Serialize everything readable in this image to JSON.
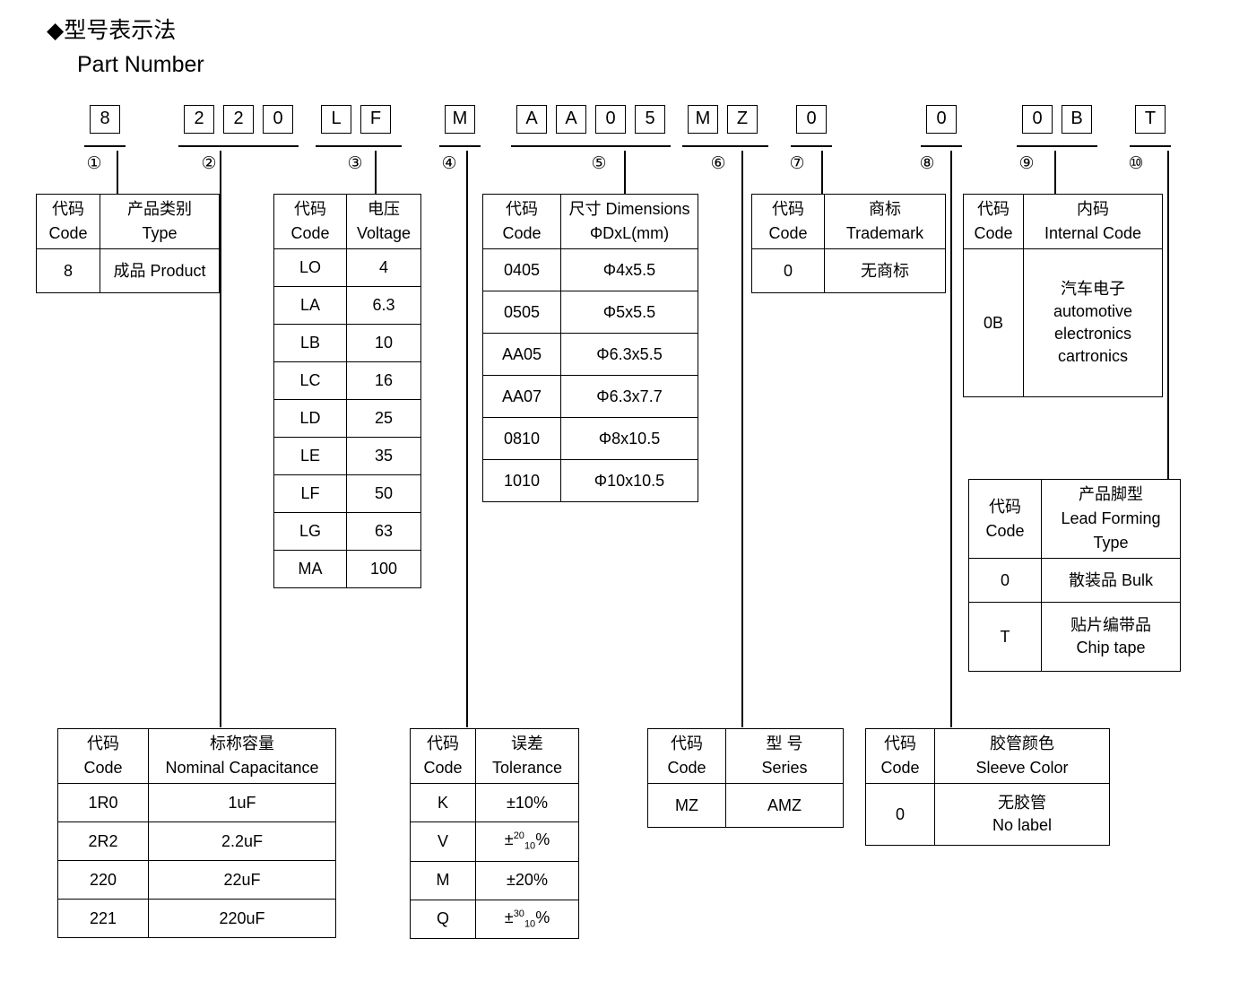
{
  "heading": {
    "bullet": "◆",
    "title_cn": "型号表示法",
    "title_en": "Part Number"
  },
  "part_number": {
    "groups": [
      {
        "marker": "①",
        "chars": [
          "8"
        ]
      },
      {
        "marker": "②",
        "chars": [
          "2",
          "2",
          "0"
        ]
      },
      {
        "marker": "③",
        "chars": [
          "L",
          "F"
        ]
      },
      {
        "marker": "④",
        "chars": [
          "M"
        ]
      },
      {
        "marker": "⑤",
        "chars": [
          "A",
          "A",
          "0",
          "5"
        ]
      },
      {
        "marker": "⑥",
        "chars": [
          "M",
          "Z"
        ]
      },
      {
        "marker": "⑦",
        "chars": [
          "0"
        ]
      },
      {
        "marker": "⑧",
        "chars": [
          "0"
        ]
      },
      {
        "marker": "⑨",
        "chars": [
          "0",
          "B"
        ]
      },
      {
        "marker": "⑩",
        "chars": [
          "T"
        ]
      }
    ]
  },
  "tables": {
    "type": {
      "header": {
        "code_cn": "代码",
        "code_en": "Code",
        "value_cn": "产品类别",
        "value_en": "Type"
      },
      "rows": [
        {
          "code": "8",
          "value": "成品 Product"
        }
      ]
    },
    "voltage": {
      "header": {
        "code_cn": "代码",
        "code_en": "Code",
        "value_cn": "电压",
        "value_en": "Voltage"
      },
      "rows": [
        {
          "code": "LO",
          "value": "4"
        },
        {
          "code": "LA",
          "value": "6.3"
        },
        {
          "code": "LB",
          "value": "10"
        },
        {
          "code": "LC",
          "value": "16"
        },
        {
          "code": "LD",
          "value": "25"
        },
        {
          "code": "LE",
          "value": "35"
        },
        {
          "code": "LF",
          "value": "50"
        },
        {
          "code": "LG",
          "value": "63"
        },
        {
          "code": "MA",
          "value": "100"
        }
      ]
    },
    "dimensions": {
      "header": {
        "code_cn": "代码",
        "code_en": "Code",
        "value_cn": "尺寸 Dimensions",
        "value_en": "ΦDxL(mm)"
      },
      "rows": [
        {
          "code": "0405",
          "value": "Φ4x5.5"
        },
        {
          "code": "0505",
          "value": "Φ5x5.5"
        },
        {
          "code": "AA05",
          "value": "Φ6.3x5.5"
        },
        {
          "code": "AA07",
          "value": "Φ6.3x7.7"
        },
        {
          "code": "0810",
          "value": "Φ8x10.5"
        },
        {
          "code": "1010",
          "value": "Φ10x10.5"
        }
      ]
    },
    "trademark": {
      "header": {
        "code_cn": "代码",
        "code_en": "Code",
        "value_cn": "商标",
        "value_en": "Trademark"
      },
      "rows": [
        {
          "code": "0",
          "value": "无商标"
        }
      ]
    },
    "internal_code": {
      "header": {
        "code_cn": "代码",
        "code_en": "Code",
        "value_cn": "内码",
        "value_en": "Internal Code"
      },
      "rows": [
        {
          "code": "0B",
          "value_line1": "汽车电子",
          "value_line2": "automotive",
          "value_line3": "electronics",
          "value_line4": "cartronics"
        }
      ]
    },
    "lead_forming": {
      "header": {
        "code_cn": "代码",
        "code_en": "Code",
        "value_cn": "产品脚型",
        "value_en": "Lead Forming",
        "value_en2": "Type"
      },
      "rows": [
        {
          "code": "0",
          "value_line1": "散装品 Bulk",
          "value_line2": ""
        },
        {
          "code": "T",
          "value_line1": "贴片编带品",
          "value_line2": "Chip tape"
        }
      ]
    },
    "capacitance": {
      "header": {
        "code_cn": "代码",
        "code_en": "Code",
        "value_cn": "标称容量",
        "value_en": "Nominal Capacitance"
      },
      "rows": [
        {
          "code": "1R0",
          "value": "1uF"
        },
        {
          "code": "2R2",
          "value": "2.2uF"
        },
        {
          "code": "220",
          "value": "22uF"
        },
        {
          "code": "221",
          "value": "220uF"
        }
      ]
    },
    "tolerance": {
      "header": {
        "code_cn": "代码",
        "code_en": "Code",
        "value_cn": "误差",
        "value_en": "Tolerance"
      },
      "rows": [
        {
          "code": "K",
          "value": "±10%",
          "sup": "",
          "sub": "",
          "suffix": ""
        },
        {
          "code": "V",
          "value": "±",
          "sup": "20",
          "sub": "10",
          "suffix": "%"
        },
        {
          "code": "M",
          "value": "±20%",
          "sup": "",
          "sub": "",
          "suffix": ""
        },
        {
          "code": "Q",
          "value": "±",
          "sup": "30",
          "sub": "10",
          "suffix": "%"
        }
      ]
    },
    "series": {
      "header": {
        "code_cn": "代码",
        "code_en": "Code",
        "value_cn": "型 号",
        "value_en": "Series"
      },
      "rows": [
        {
          "code": "MZ",
          "value": "AMZ"
        }
      ]
    },
    "sleeve_color": {
      "header": {
        "code_cn": "代码",
        "code_en": "Code",
        "value_cn": "胶管颜色",
        "value_en": "Sleeve Color"
      },
      "rows": [
        {
          "code": "0",
          "value_line1": "无胶管",
          "value_line2": "No label"
        }
      ]
    }
  }
}
